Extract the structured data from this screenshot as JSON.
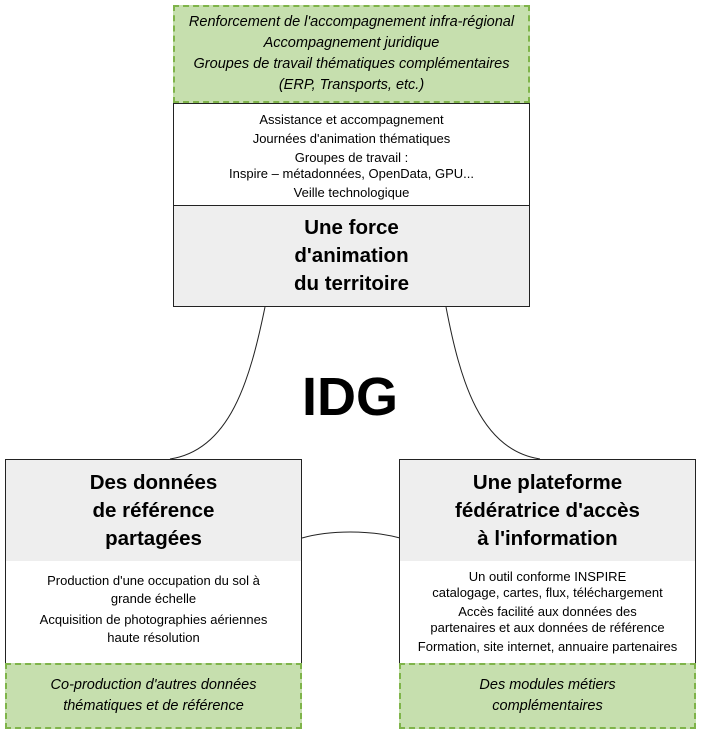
{
  "center_label": "IDG",
  "top": {
    "extras": [
      "Renforcement de l'accompagnement infra-régional",
      "Accompagnement juridique",
      "Groupes de travail thématiques complémentaires",
      "(ERP, Transports, etc.)"
    ],
    "details": [
      "Assistance et accompagnement",
      "Journées d'animation thématiques",
      "Groupes de travail :",
      "Inspire – métadonnées, OpenData, GPU...",
      "Veille technologique"
    ],
    "title": [
      "Une force",
      "d'animation",
      "du territoire"
    ]
  },
  "left": {
    "title": [
      "Des données",
      "de référence",
      "partagées"
    ],
    "details": [
      "Production d'une occupation du sol à",
      "grande échelle",
      "Acquisition de photographies aériennes",
      "haute résolution"
    ],
    "extras": [
      "Co-production d'autres données",
      "thématiques et de référence"
    ]
  },
  "right": {
    "title": [
      "Une plateforme",
      "fédératrice d'accès",
      "à l'information"
    ],
    "details": [
      "Un outil conforme INSPIRE",
      "catalogage, cartes, flux, téléchargement",
      "Accès facilité aux données des",
      "partenaires et aux données de référence",
      "Formation, site internet, annuaire partenaires"
    ],
    "extras": [
      "Des modules métiers",
      "complémentaires"
    ]
  },
  "colors": {
    "green_fill": "#c6dfae",
    "green_border": "#7fb44a",
    "grey_fill": "#eeeeee",
    "border": "#222222"
  }
}
